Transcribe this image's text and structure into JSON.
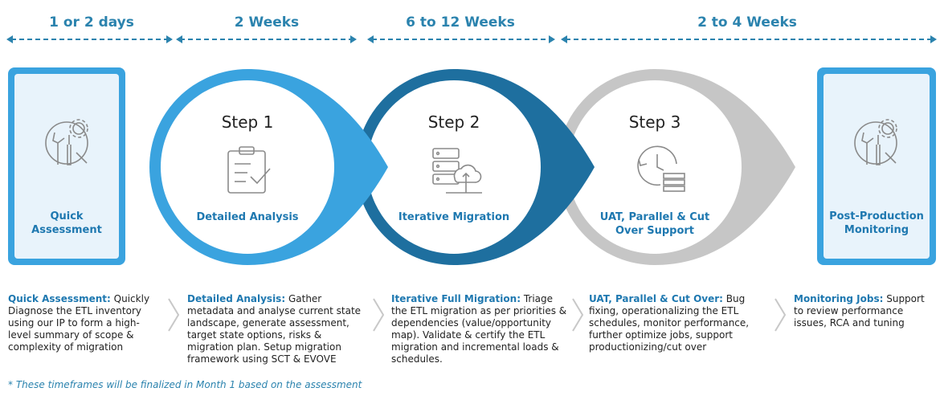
{
  "timeline": [
    {
      "label": "1 or 2 days"
    },
    {
      "label": "2 Weeks"
    },
    {
      "label": "6 to 12 Weeks"
    },
    {
      "label": "2 to 4 Weeks"
    }
  ],
  "cards": {
    "left": {
      "title": "Quick\nAssessment",
      "icon": "tools-gear-icon"
    },
    "right": {
      "title": "Post-Production\nMonitoring",
      "icon": "tools-gear-icon"
    }
  },
  "steps": [
    {
      "step": "Step 1",
      "title": "Detailed Analysis",
      "icon": "clipboard-checklist-icon",
      "color": "#3aa3df"
    },
    {
      "step": "Step 2",
      "title": "Iterative Migration",
      "icon": "server-cloud-icon",
      "color": "#1e6f9f"
    },
    {
      "step": "Step 3",
      "title": "UAT, Parallel & Cut\nOver Support",
      "icon": "clock-stack-icon",
      "color": "#c6c6c6"
    }
  ],
  "descriptions": [
    {
      "lead": "Quick Assessment:",
      "text": " Quickly Diagnose the ETL inventory using our IP to form a high-level summary of scope & complexity of migration"
    },
    {
      "lead": "Detailed Analysis:",
      "text": " Gather metadata and analyse current state landscape, generate assessment, target state options, risks & migration plan. Setup migration framework using SCT & EVOVE"
    },
    {
      "lead": "Iterative Full Migration:",
      "text": " Triage the ETL migration as per priorities & dependencies (value/opportunity map). Validate & certify the ETL migration and incremental loads & schedules."
    },
    {
      "lead": "UAT, Parallel & Cut Over:",
      "text": " Bug fixing, operationalizing the ETL schedules, monitor performance, further optimize jobs, support productionizing/cut over"
    },
    {
      "lead": "Monitoring Jobs:",
      "text": " Support to review performance issues, RCA and tuning"
    }
  ],
  "footnote": "* These timeframes will be finalized in Month 1 based on the assessment",
  "colors": {
    "accent": "#3aa3df",
    "dark": "#1e6f9f",
    "grey": "#c6c6c6",
    "card_bg": "#e8f3fb"
  }
}
